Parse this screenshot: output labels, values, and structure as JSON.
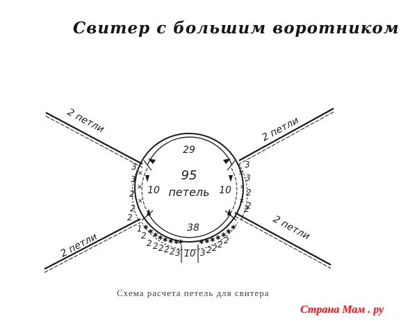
{
  "title": "Свитер с большим воротником",
  "caption": "Схема расчета петель для свитера",
  "watermark": "Страна Мам . ру",
  "diagram": {
    "center_number": "95",
    "center_label": "петель",
    "top_arc": "29",
    "bottom_arc": "38",
    "left_arc": "10",
    "right_arc": "10",
    "raglan_labels": {
      "top_left": "2 петли",
      "top_right": "2 петли",
      "bottom_left": "2 петли",
      "bottom_right": "2 петли"
    },
    "left_side_increments": [
      "3",
      "3",
      "2",
      "2"
    ],
    "right_side_increments": [
      "3",
      "3",
      "2",
      "2"
    ],
    "bottom_left_increments": [
      "1",
      "2",
      "2",
      "2",
      "2",
      "2",
      "2",
      "3"
    ],
    "bottom_center": "10",
    "bottom_right_increments": [
      "3",
      "2",
      "2",
      "2",
      "2"
    ],
    "corner_left": "2",
    "corner_right": "2"
  },
  "colors": {
    "ink": "#1a1a1a",
    "watermark": "#d8202a",
    "background": "#ffffff"
  }
}
